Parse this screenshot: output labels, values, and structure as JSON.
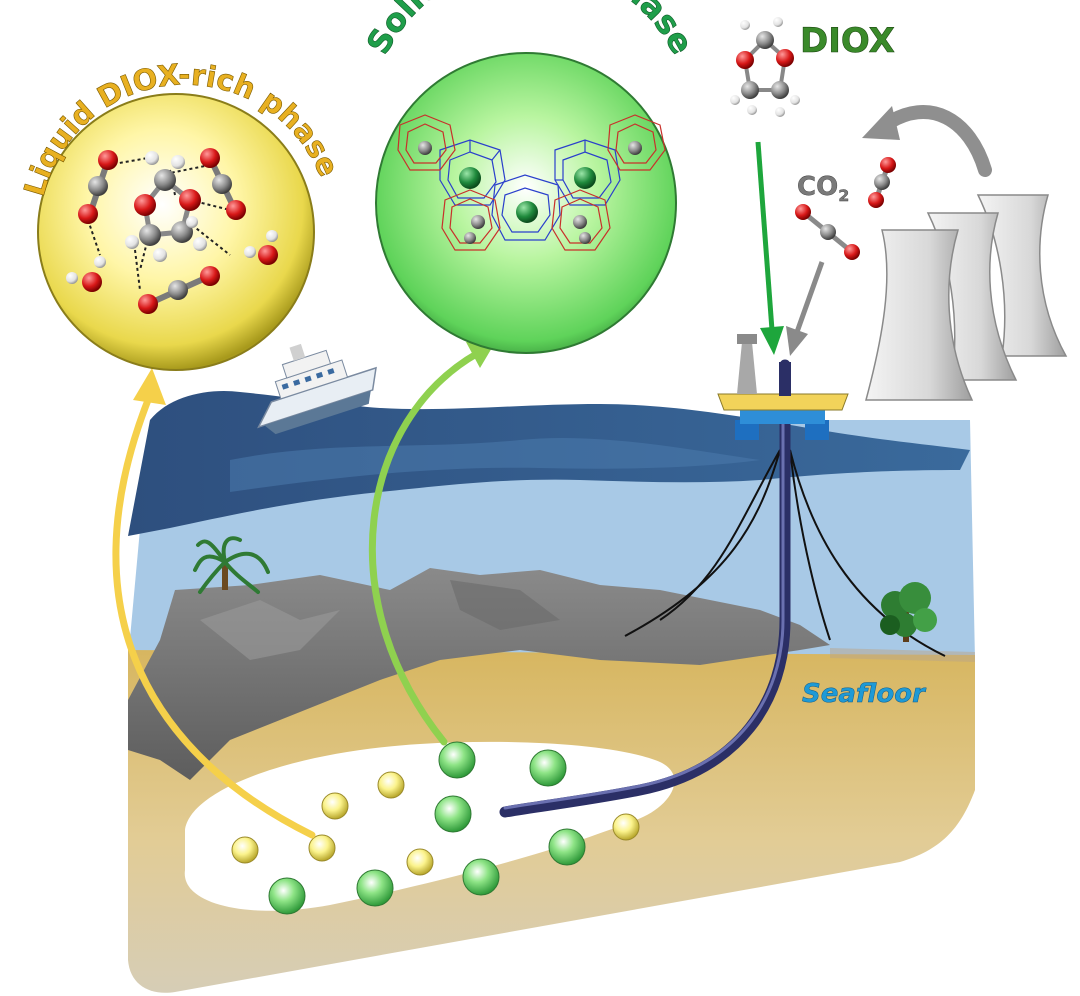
{
  "labels": {
    "liquid_phase": "Liquid DIOX-rich phase",
    "solid_phase": "Solid hydrate phase",
    "diox": "DIOX",
    "co2_main": "CO",
    "co2_sub": "2",
    "seafloor": "Seafloor"
  },
  "colors": {
    "liquid_phase": "#e8b021",
    "solid_phase": "#1f9e4a",
    "diox": "#3a8a2a",
    "co2": "#7a7a7a",
    "seafloor": "#1e9ad6",
    "yellow_arrow": "#f5d04a",
    "green_arrow": "#8fd14f",
    "diox_arrow": "#1ea63c",
    "co2_arrow": "#8a8a8a"
  },
  "icons": [
    "ship-icon",
    "oil-platform-icon",
    "cooling-tower-icon",
    "palm-tree-icon",
    "tree-icon",
    "diox-molecule-icon",
    "co2-molecule-icon",
    "hydrate-cage-icon"
  ]
}
